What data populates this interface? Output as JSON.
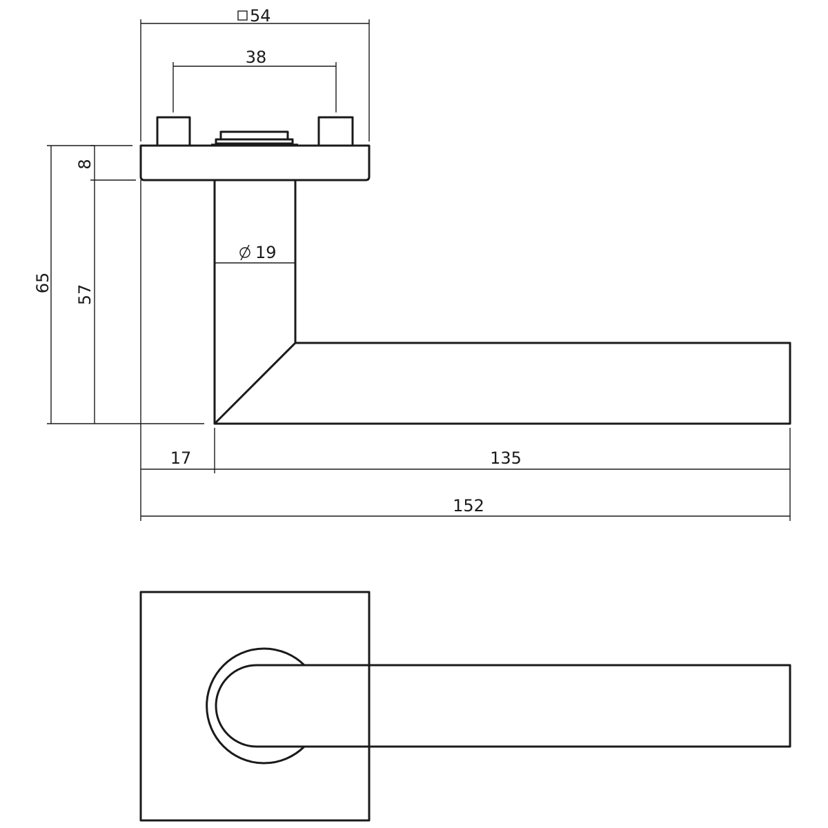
{
  "dimensions": {
    "rose_width": "54",
    "screw_spacing": "38",
    "rose_thickness": "8",
    "total_height": "65",
    "neck_height": "57",
    "neck_diameter": "19",
    "offset": "17",
    "lever_length": "135",
    "total_length": "152"
  },
  "symbols": {
    "square": "square-symbol",
    "diameter": "diameter-symbol"
  },
  "colors": {
    "line": "#1a1a1a",
    "background": "#ffffff"
  }
}
